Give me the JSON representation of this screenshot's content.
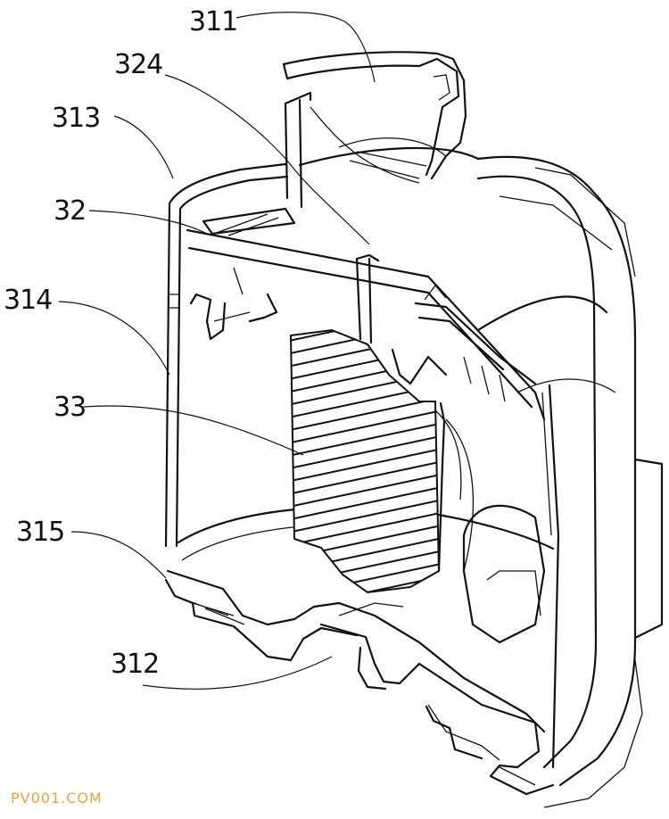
{
  "labels": {
    "l311": "311",
    "l324": "324",
    "l313": "313",
    "l32": "32",
    "l314": "314",
    "l33": "33",
    "l315": "315",
    "l312": "312"
  },
  "watermark": "PV001.COM",
  "colors": {
    "line": "#111111",
    "background": "#ffffff",
    "watermark": "#e8a23a"
  }
}
